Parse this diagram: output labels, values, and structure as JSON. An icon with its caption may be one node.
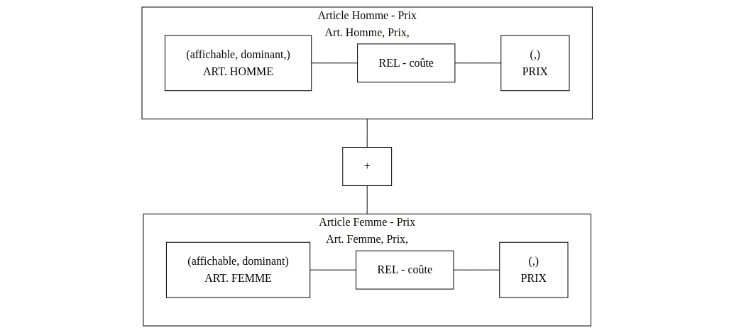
{
  "diagram": {
    "nodes": [
      {
        "text": [
          "Article Homme - Prix",
          "Art. Homme, Prix,"
        ]
      },
      {
        "text": [
          "(affichable, dominant,)",
          "ART. HOMME"
        ],
        "in": 0
      },
      {
        "text": [
          "REL - coûte"
        ],
        "in": 0
      },
      {
        "text": [
          "(,)",
          "PRIX"
        ],
        "in": 0
      },
      {
        "text": [
          "+"
        ]
      },
      {
        "text": [
          "Article Femme - Prix",
          "Art. Femme, Prix,"
        ]
      },
      {
        "text": [
          "(affichable, dominant)",
          "ART. FEMME"
        ],
        "in": 5
      },
      {
        "text": [
          "REL - coûte"
        ],
        "in": 5
      },
      {
        "text": [
          "(,)",
          "PRIX"
        ],
        "in": 5
      }
    ],
    "edges": [
      {
        "from": 1,
        "to": 2,
        "arrow": "none"
      },
      {
        "from": 2,
        "to": 3,
        "arrow": "none"
      },
      {
        "from": 0,
        "to": 4,
        "arrow": "none"
      },
      {
        "from": 4,
        "to": 5,
        "arrow": "none"
      },
      {
        "from": 6,
        "to": 7,
        "arrow": "none"
      },
      {
        "from": 7,
        "to": 8,
        "arrow": "none"
      }
    ]
  }
}
